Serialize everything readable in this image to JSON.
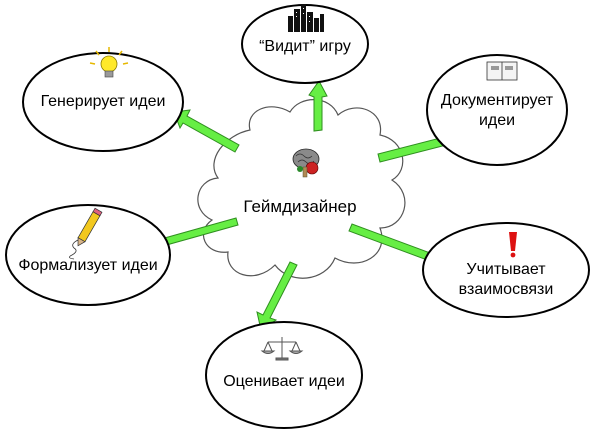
{
  "hub": {
    "label": "Геймдизайнер",
    "icon": "brain-icon"
  },
  "nodes": [
    {
      "id": "sees-game",
      "lines": [
        "“Видит” игру"
      ],
      "icon": "city-skyline-icon"
    },
    {
      "id": "generates-ideas",
      "lines": [
        "Генерирует идеи"
      ],
      "icon": "light-bulb-icon"
    },
    {
      "id": "documents-ideas",
      "lines": [
        "Документирует",
        "идеи"
      ],
      "icon": "file-cabinet-icon"
    },
    {
      "id": "formalizes-idea",
      "lines": [
        "Формализует идеи"
      ],
      "icon": "pencil-icon"
    },
    {
      "id": "accounts-relations",
      "lines": [
        "Учитывает",
        "взаимосвязи"
      ],
      "icon": "exclamation-icon"
    },
    {
      "id": "evaluates-ideas",
      "lines": [
        "Оценивает идеи"
      ],
      "icon": "scales-icon"
    }
  ],
  "colors": {
    "arrow_fill": "#66ee44",
    "arrow_stroke": "#2f8f1f",
    "outline": "#000000",
    "cloud_fill": "#ffffff",
    "cloud_stroke": "#555555",
    "exclamation": "#dd1111"
  }
}
